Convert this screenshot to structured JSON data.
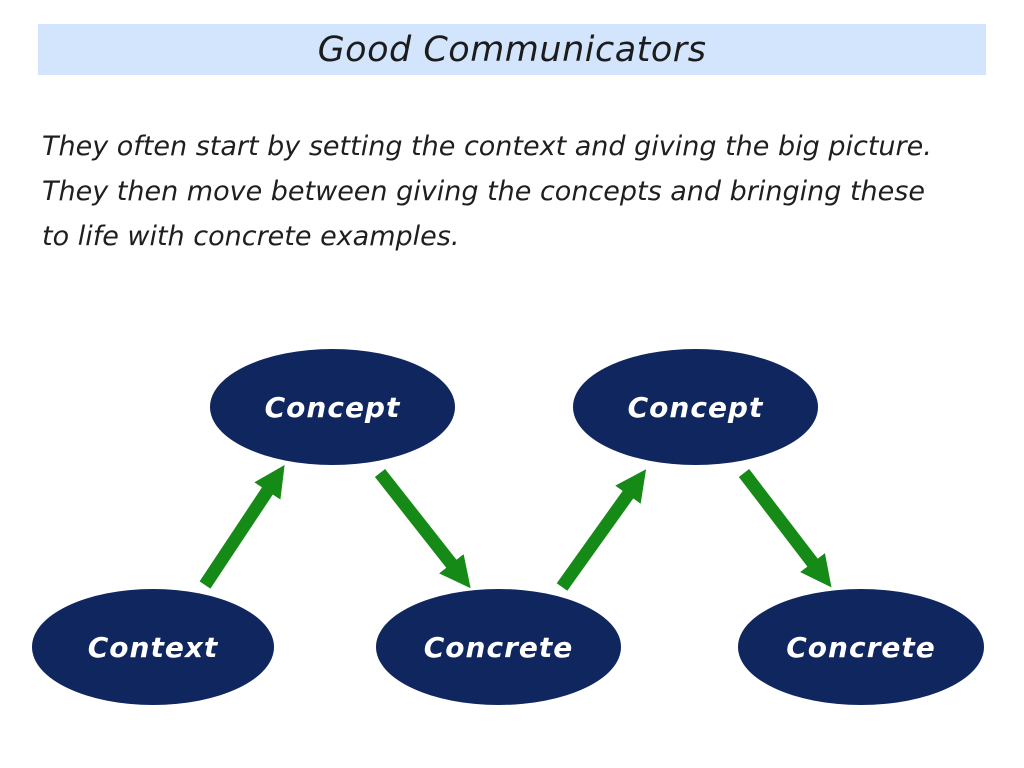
{
  "header": {
    "title": "Good Communicators",
    "band_color": "#d3e5fc",
    "title_color": "#1c1c1c"
  },
  "body_text": {
    "line1": "They often start by setting the context and giving the big picture.",
    "line2": "They then move between giving the concepts and bringing these",
    "line3": "to life with concrete examples."
  },
  "diagram": {
    "node_fill": "#10265f",
    "node_text_color": "#ffffff",
    "arrow_color": "#168a16",
    "nodes": [
      {
        "id": "concept-top-left",
        "label": "Concept"
      },
      {
        "id": "concept-top-right",
        "label": "Concept"
      },
      {
        "id": "context-bottom-left",
        "label": "Context"
      },
      {
        "id": "concrete-bottom-middle",
        "label": "Concrete"
      },
      {
        "id": "concrete-bottom-right",
        "label": "Concrete"
      }
    ],
    "arrows": [
      {
        "from": "context-bottom-left",
        "to": "concept-top-left",
        "direction": "up-right"
      },
      {
        "from": "concept-top-left",
        "to": "concrete-bottom-middle",
        "direction": "down-right"
      },
      {
        "from": "concrete-bottom-middle",
        "to": "concept-top-right",
        "direction": "up-right"
      },
      {
        "from": "concept-top-right",
        "to": "concrete-bottom-right",
        "direction": "down-right"
      }
    ]
  }
}
